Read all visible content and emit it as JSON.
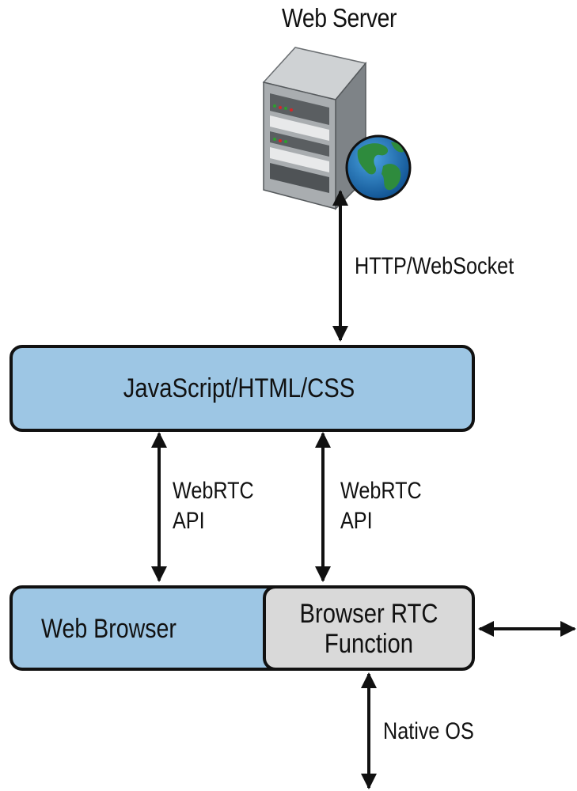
{
  "server": {
    "title": "Web Server",
    "icons": [
      "server-tower-icon",
      "globe-icon"
    ]
  },
  "links": {
    "server_to_app": "HTTP/WebSocket",
    "api_left": {
      "line1": "WebRTC",
      "line2": "API"
    },
    "api_right": {
      "line1": "WebRTC",
      "line2": "API"
    },
    "native": "Native OS"
  },
  "boxes": {
    "app_layer": "JavaScript/HTML/CSS",
    "browser": "Web Browser",
    "rtc": {
      "line1": "Browser RTC",
      "line2": "Function"
    }
  },
  "colors": {
    "blue_box": "#9dc6e4",
    "gray_box": "#d9d9d9",
    "outline": "#111111"
  }
}
